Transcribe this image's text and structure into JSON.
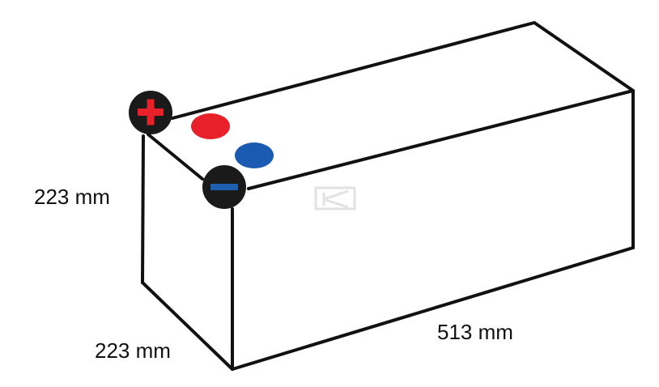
{
  "dimensions": {
    "height_label": "223 mm",
    "width_label": "223 mm",
    "length_label": "513 mm"
  },
  "terminals": {
    "positive": {
      "icon": "plus-icon",
      "badge_color": "#1a1a1a",
      "symbol_color": "#e8202a",
      "pad_color": "#e8202a"
    },
    "negative": {
      "icon": "minus-icon",
      "badge_color": "#1a1a1a",
      "symbol_color": "#1e5fb0",
      "pad_color": "#1a5ab0"
    }
  },
  "colors": {
    "outline": "#111111",
    "background": "#ffffff"
  }
}
